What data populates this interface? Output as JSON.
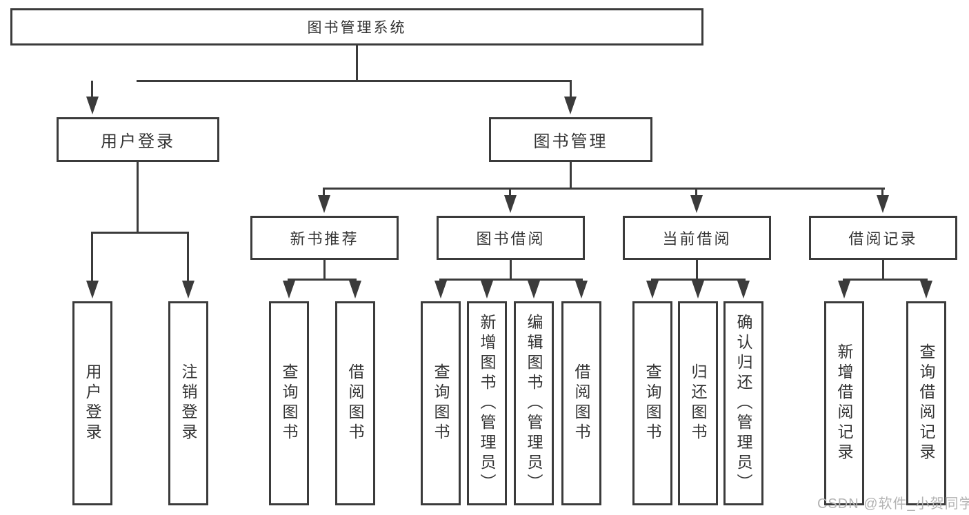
{
  "diagram": {
    "root": "图书管理系统",
    "level2": [
      "用户登录",
      "图书管理"
    ],
    "level3": [
      "新书推荐",
      "图书借阅",
      "当前借阅",
      "借阅记录"
    ],
    "leaves": {
      "user_login": [
        "用户登录",
        "注销登录"
      ],
      "new_book": [
        "查询图书",
        "借阅图书"
      ],
      "book_borrow": [
        "查询图书",
        "新增图书（管理员）",
        "编辑图书（管理员）",
        "借阅图书"
      ],
      "current_borrow": [
        "查询图书",
        "归还图书",
        "确认归还（管理员）"
      ],
      "borrow_records": [
        "新增借阅记录",
        "查询借阅记录"
      ]
    }
  },
  "watermark": "CSDN @软件_小贺同学",
  "colors": {
    "line": "#3b3b3b",
    "text": "#333333",
    "watermark": "#b3b3b3",
    "background": "#ffffff"
  }
}
